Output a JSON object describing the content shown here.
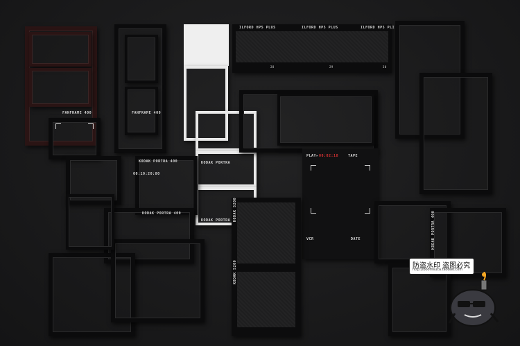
{
  "labels": {
    "fanframe_left": "FANFRAME 400",
    "fanframe_right": "FANFRAME 400",
    "ilford_1": "ILFORD HP5 PLUS",
    "ilford_2": "ILFORD HP5 PLUS",
    "ilford_3": "ILFORD HP5 PLI",
    "num_28": "28",
    "num_29": "29",
    "num_30": "30",
    "play": "PLAY▸",
    "timecode": "00:02:18",
    "tape": "TAPE",
    "vcr": "VCR",
    "date": "DATE",
    "timer": "00:10:20:80",
    "kodak_1": "KODAK PORTRA 400",
    "kodak_2": "KODAK PORTRA",
    "kodak_3": "KODAK PORTRA 400",
    "kodak_4": "KODAK PORTRA",
    "kodak_5200_a": "KODAK 5200",
    "kodak_5200_b": "KODAK 5200",
    "kodak_portra_vert": "KODAK PORTRA 400"
  },
  "watermark": {
    "title": "防盗水印 盗图必究",
    "subtitle": "http://boomsuca.taobao.com"
  },
  "colors": {
    "background": "#1b1b1c",
    "frame_dark": "#0b0b0c",
    "frame_brown": "#2a1414",
    "frame_white": "#e9e9e9",
    "accent_red": "#dd3333"
  }
}
